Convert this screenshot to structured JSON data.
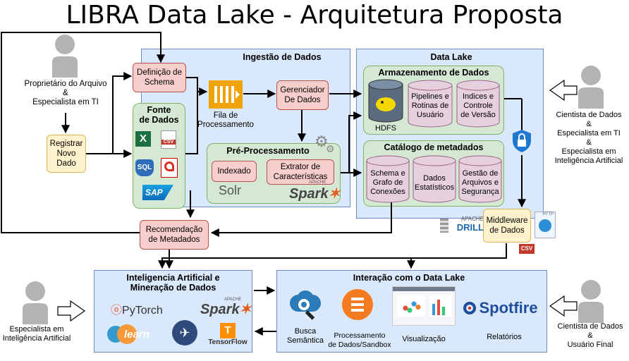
{
  "title": "LIBRA Data Lake  - Arquitetura Proposta",
  "panels": {
    "ingestao": "Ingestão de Dados",
    "datalake": "Data Lake",
    "armazenamento": "Armazenamento de Dados",
    "catalogo": "Catálogo de metadados",
    "fonte": "Fonte\nde Dados",
    "preproc": "Pré-Processamento",
    "ia": "Inteligencia Artificial e\nMineração de Dados",
    "interacao": "Interação com o Data Lake"
  },
  "actors": {
    "owner": "Proprietário do Arquivo\n&\nEspecialista em TI",
    "scientist_top": "Cientista de Dados\n&\nEspecialista em TI\n&\nEspecialista em\nInteligência Artificial",
    "ai_specialist": "Especialista em\nInteligência Artificial",
    "scientist_bottom": "Cientista de Dados\n&\nUsuário Final"
  },
  "boxes": {
    "registrar": "Registrar\nNovo\nDado",
    "definicao": "Definição de\nSchema",
    "fila": "Fila de\nProcessamento",
    "gerenciador": "Gerenciador\nDe Dados",
    "indexado": "Indexado",
    "extrator": "Extrator de\nCaracterísticas",
    "recomendacao": "Recomendação\nde Metadados",
    "middleware": "Middleware\nde Dados"
  },
  "cylinders": {
    "pipelines": "Pipelines e\nRotinas de\nUsuário",
    "indices": "Indices e\nControle\nde Versão",
    "schema": "Schema e\nGrafo de\nConexões",
    "dados": "Dados\nEstatísticos",
    "gestao": "Gestão de\nArquivos e\nSegurança"
  },
  "logos": {
    "hdfs": "HDFS",
    "solr": "Solr",
    "spark": "Spark",
    "spark_apache": "APACHE",
    "drill": "DRILL",
    "drill_apache": "APACHE",
    "pytorch": "PyTorch",
    "learn": "learn",
    "tensorflow": "TensorFlow",
    "spotfire": "Spotfire",
    "csv": "CSV",
    "sql": "SQL",
    "sap": "SAP",
    "http": "HTTP"
  },
  "interaction_items": {
    "busca": "Busca\nSemântica",
    "processamento": "Processamento\nde Dados/Sandbox",
    "visualizacao": "Visualização",
    "relatorios": "Relatórios"
  },
  "colors": {
    "blue_panel": "#dae8fc",
    "green_panel": "#d5e8d4",
    "red_box": "#f8cecc",
    "yellow_box": "#fff2cc",
    "cylinder": "#e6d0de"
  }
}
